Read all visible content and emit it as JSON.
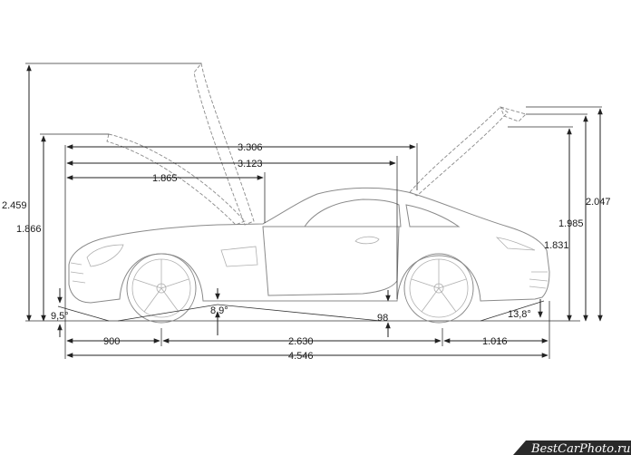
{
  "dimensions": {
    "total_height_hood_open": "2.459",
    "height_door_open": "1.866",
    "overall_length": "4.546",
    "front_overhang": "900",
    "wheelbase": "2.630",
    "rear_overhang": "1.016",
    "length_3306": "3.306",
    "length_3123": "3.123",
    "length_1865": "1.865",
    "height_2047": "2.047",
    "height_1985": "1.985",
    "height_1831": "1.831",
    "ground_clearance": "98",
    "approach_angle": "9,5°",
    "breakover_angle": "8,9°",
    "departure_angle": "13,8°"
  },
  "watermark": "BestCarPhoto.ru",
  "colors": {
    "line": "#222222",
    "car": "#8a8a8a",
    "watermark_bg": "#2a2a2a"
  }
}
